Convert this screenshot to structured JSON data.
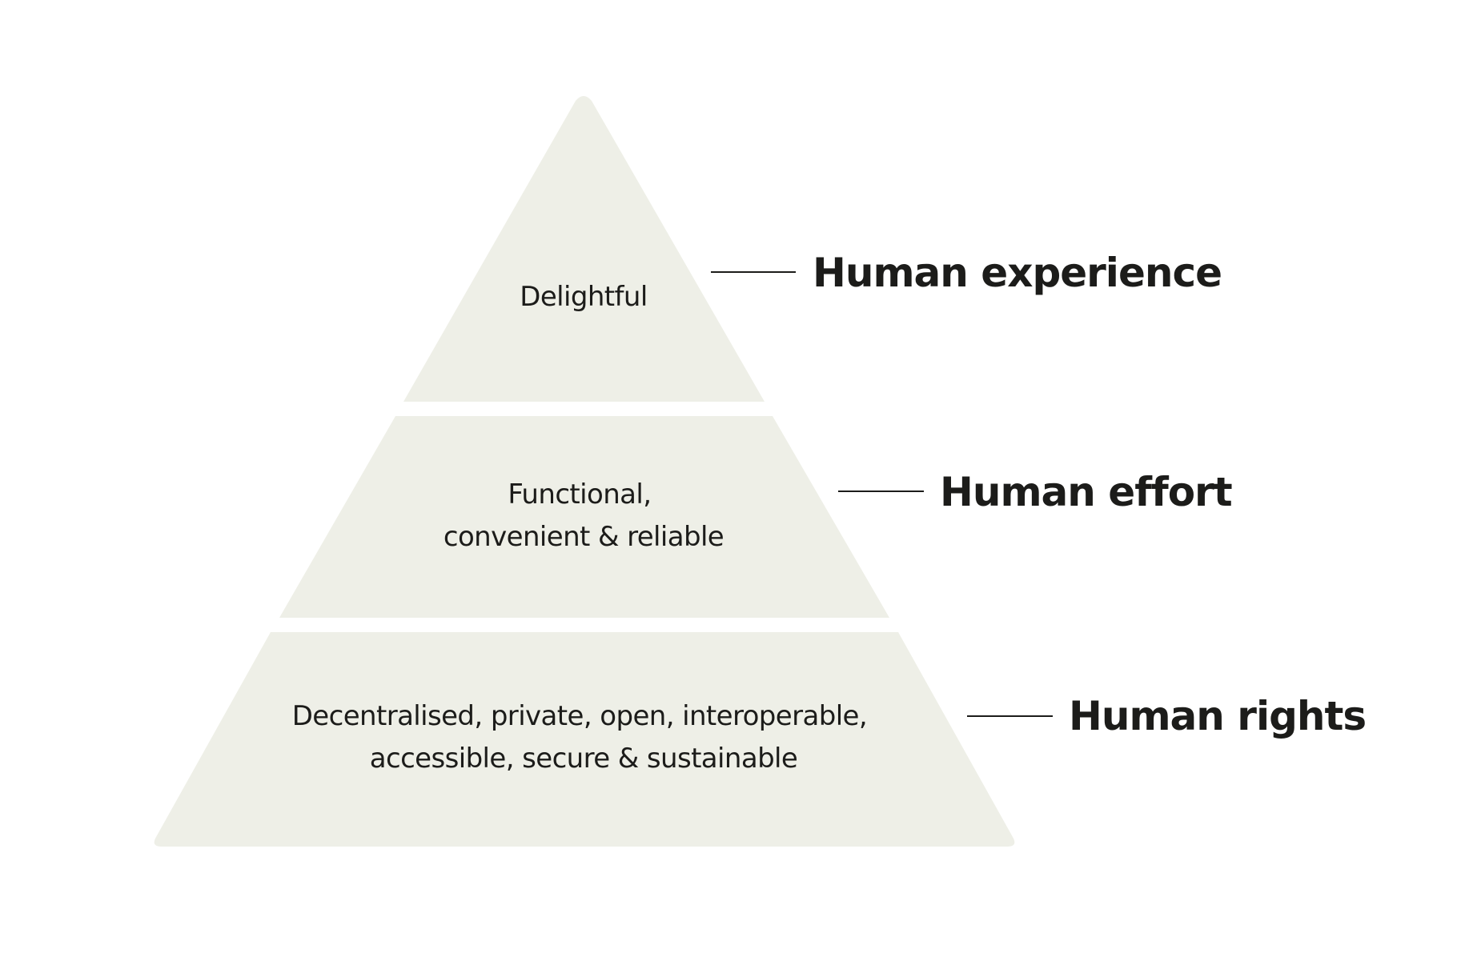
{
  "colors": {
    "background": "#ffffff",
    "tier_fill": "#eeefe7",
    "text": "#1c1c1a",
    "connector": "#1c1c1a"
  },
  "pyramid": {
    "tiers": [
      {
        "id": "top",
        "lines": [
          "Delightful"
        ],
        "label": "Human experience"
      },
      {
        "id": "middle",
        "lines": [
          "Functional,",
          "convenient & reliable"
        ],
        "label": "Human effort"
      },
      {
        "id": "bottom",
        "lines": [
          "Decentralised, private, open, interoperable,",
          "accessible, secure & sustainable"
        ],
        "label": "Human rights"
      }
    ]
  }
}
